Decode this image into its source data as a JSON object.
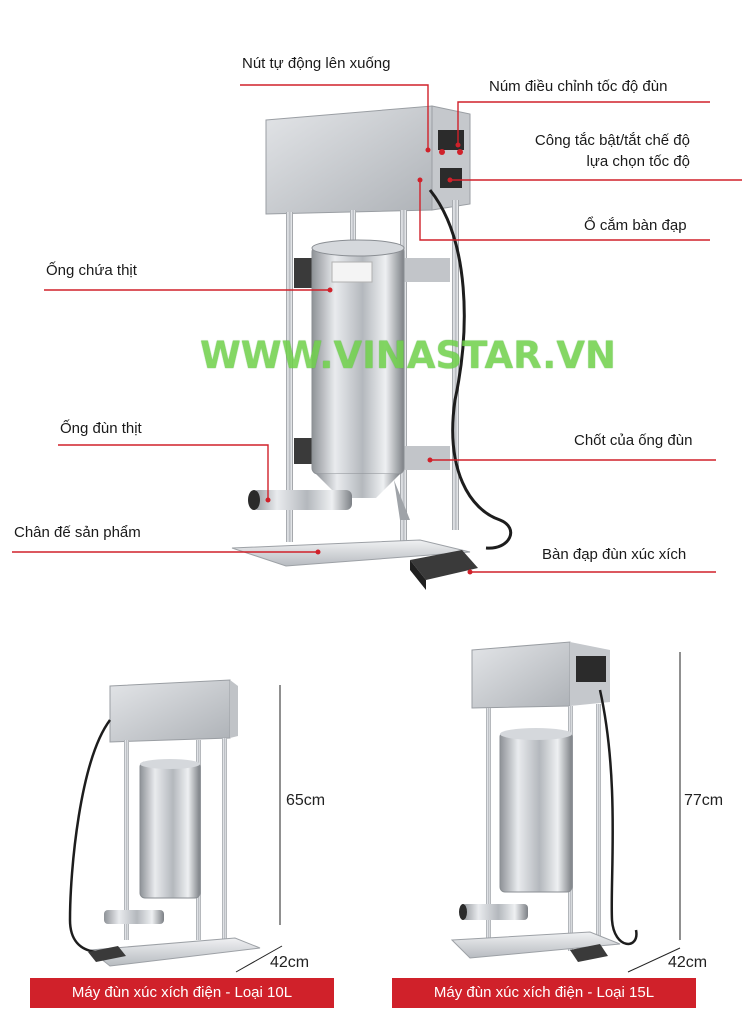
{
  "labels": {
    "auto_button": "Nút tự động lên xuống",
    "speed_knob": "Núm điều chỉnh tốc độ đùn",
    "switch_line1": "Công tắc bật/tắt chế độ",
    "switch_line2": "lựa chọn tốc độ",
    "pedal_socket": "Ổ cắm bàn đạp",
    "meat_cylinder": "Ống chứa thịt",
    "stuffing_tube": "Ống đùn thịt",
    "tube_latch": "Chốt của ống đùn",
    "base": "Chân đế sản phẩm",
    "foot_pedal": "Bàn đạp đùn xúc xích"
  },
  "watermark": "WWW.VINASTAR.VN",
  "models": [
    {
      "badge": "Máy đùn xúc xích điện - Loại 10L",
      "height": "65cm",
      "depth": "42cm"
    },
    {
      "badge": "Máy đùn xúc xích điện - Loại 15L",
      "height": "77cm",
      "depth": "42cm"
    }
  ],
  "colors": {
    "accent": "#d0212a",
    "watermark": "#6fd14a",
    "steel": "#c9ccd0"
  }
}
